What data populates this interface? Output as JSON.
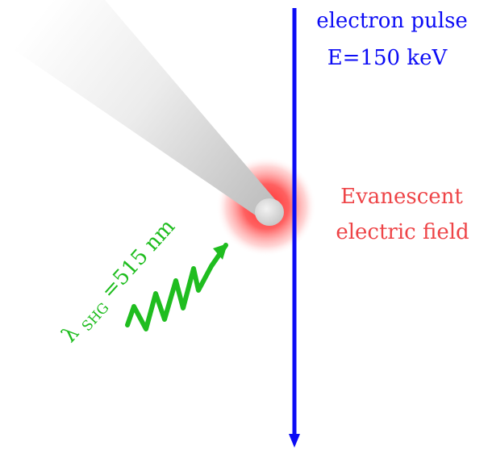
{
  "diagram": {
    "electron": {
      "line1": "electron pulse",
      "line2": "E=150 keV",
      "color": "#0b0bf5"
    },
    "field": {
      "line1": "Evanescent",
      "line2": "electric field",
      "color": "#ee4447"
    },
    "laser": {
      "lambda_symbol": "λ",
      "subscript": "SHG",
      "value": "=515 nm",
      "color": "#1fbd1f"
    },
    "tip_color": "#d9d9d9"
  }
}
